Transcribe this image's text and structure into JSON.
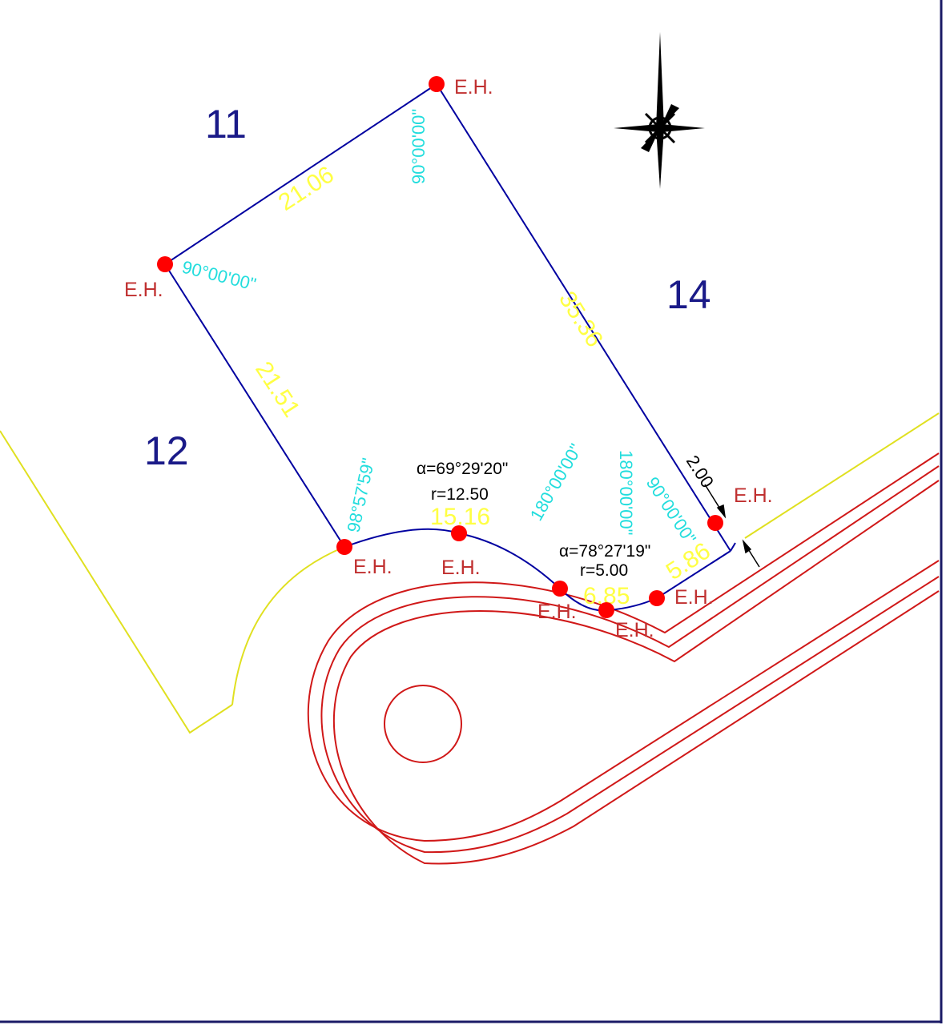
{
  "colors": {
    "boundary": "#0000a0",
    "dimension": "#ffff44",
    "angle": "#22dddd",
    "marker": "#ff0000",
    "marker_label": "#c03030",
    "road": "#d01818",
    "neighbour": "#e0e020",
    "curve_text": "#000000",
    "frame": "#1a1a66"
  },
  "icons": {
    "north_arrow": "compass-rose-icon"
  },
  "lots": [
    {
      "number": "11"
    },
    {
      "number": "12"
    },
    {
      "number": "14"
    }
  ],
  "dimensions": [
    {
      "value": "21.06"
    },
    {
      "value": "35.36"
    },
    {
      "value": "21.51"
    },
    {
      "value": "15.16"
    },
    {
      "value": "6.85"
    },
    {
      "value": "5.86"
    },
    {
      "value": "2.00"
    }
  ],
  "angles": [
    {
      "value": "90°00'00\""
    },
    {
      "value": "90°00'00\""
    },
    {
      "value": "98°57'59\""
    },
    {
      "value": "180°00'00\""
    },
    {
      "value": "180°00'00\""
    },
    {
      "value": "90°00'00\""
    }
  ],
  "curves": [
    {
      "alpha": "α=69°29'20\"",
      "radius": "r=12.50"
    },
    {
      "alpha": "α=78°27'19\"",
      "radius": "r=5.00"
    }
  ],
  "markers": {
    "label": "E.H.",
    "count": 8
  }
}
